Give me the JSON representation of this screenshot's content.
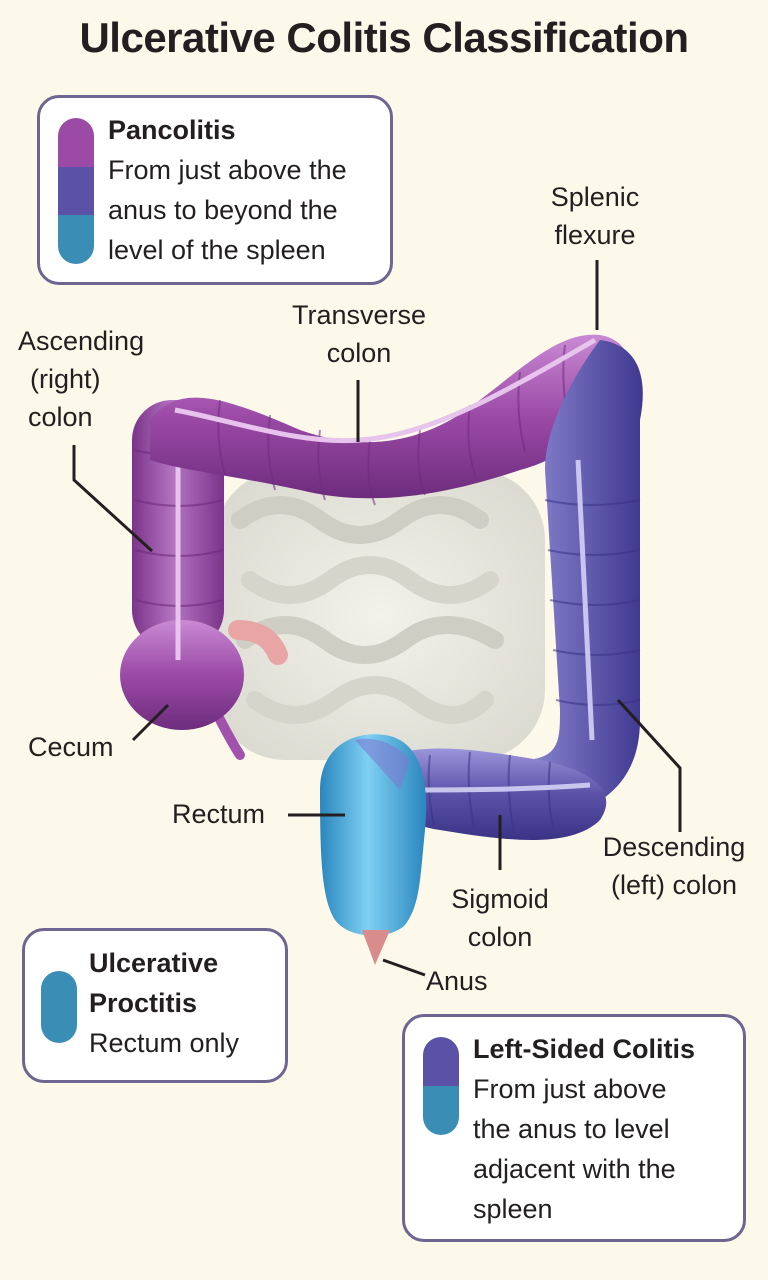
{
  "title": "Ulcerative Colitis Classification",
  "legends": {
    "pancolitis": {
      "heading": "Pancolitis",
      "lines": [
        "From just above the",
        "anus to beyond the",
        "level of the spleen"
      ],
      "colors": [
        "#9b4aa6",
        "#5b52a8",
        "#3a8db5"
      ]
    },
    "proctitis": {
      "heading_lines": [
        "Ulcerative",
        "Proctitis"
      ],
      "lines": [
        "Rectum only"
      ],
      "colors": [
        "#3a8db5"
      ]
    },
    "left_sided": {
      "heading": "Left-Sided Colitis",
      "lines": [
        "From just above",
        "the anus to level",
        "adjacent with the",
        "spleen"
      ],
      "colors": [
        "#5b52a8",
        "#3a8db5"
      ]
    }
  },
  "labels": {
    "splenic": [
      "Splenic",
      "flexure"
    ],
    "transverse": [
      "Transverse",
      "colon"
    ],
    "ascending": [
      "Ascending",
      "(right)",
      "colon"
    ],
    "cecum": [
      "Cecum"
    ],
    "rectum": [
      "Rectum"
    ],
    "descending": [
      "Descending",
      "(left) colon"
    ],
    "sigmoid": [
      "Sigmoid",
      "colon"
    ],
    "anus": [
      "Anus"
    ]
  },
  "colors": {
    "background": "#fdf9ea",
    "legend_border": "#6e6590",
    "purple": "#9b4aa6",
    "violet": "#5b52a8",
    "blue": "#3a8db5",
    "rectum_blue": "#48aee0"
  }
}
